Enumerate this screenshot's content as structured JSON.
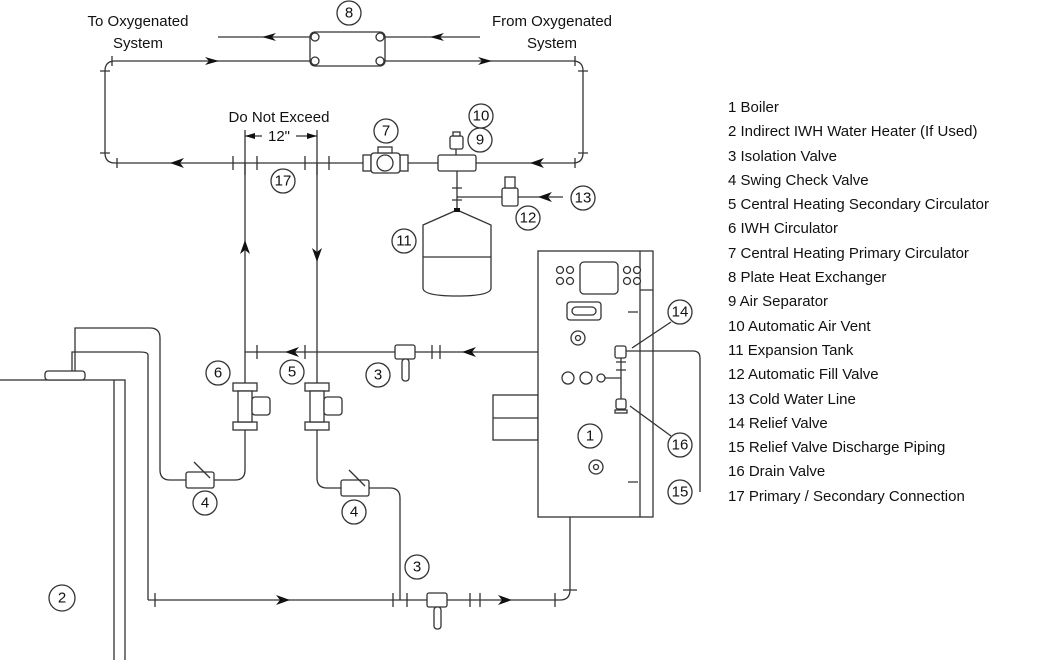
{
  "labels": {
    "to_system": [
      "To Oxygenated",
      "System"
    ],
    "from_system": [
      "From Oxygenated",
      "System"
    ],
    "do_not_exceed": "Do Not Exceed",
    "dimension": "12\""
  },
  "callouts": {
    "boiler": "1",
    "heater": "2",
    "iso_a": "3",
    "iso_b": "3",
    "check_a": "4",
    "check_b": "4",
    "sec_circ": "5",
    "iwh_circ": "6",
    "pri_circ": "7",
    "hx": "8",
    "air_sep": "9",
    "air_vent": "10",
    "exp_tank": "11",
    "fill_valve": "12",
    "cold_water": "13",
    "relief_valve": "14",
    "discharge": "15",
    "drain_valve": "16",
    "ps_conn": "17"
  },
  "legend": [
    "1 Boiler",
    "2 Indirect IWH Water Heater (If Used)",
    "3 Isolation Valve",
    "4 Swing Check Valve",
    "5 Central Heating Secondary Circulator",
    "6 IWH Circulator",
    "7 Central Heating Primary Circulator",
    "8 Plate Heat Exchanger",
    "9 Air Separator",
    "10 Automatic Air Vent",
    "11 Expansion Tank",
    "12 Automatic Fill Valve",
    "13 Cold Water Line",
    "14 Relief Valve",
    "15 Relief Valve Discharge Piping",
    "16 Drain Valve",
    "17 Primary / Secondary Connection"
  ]
}
